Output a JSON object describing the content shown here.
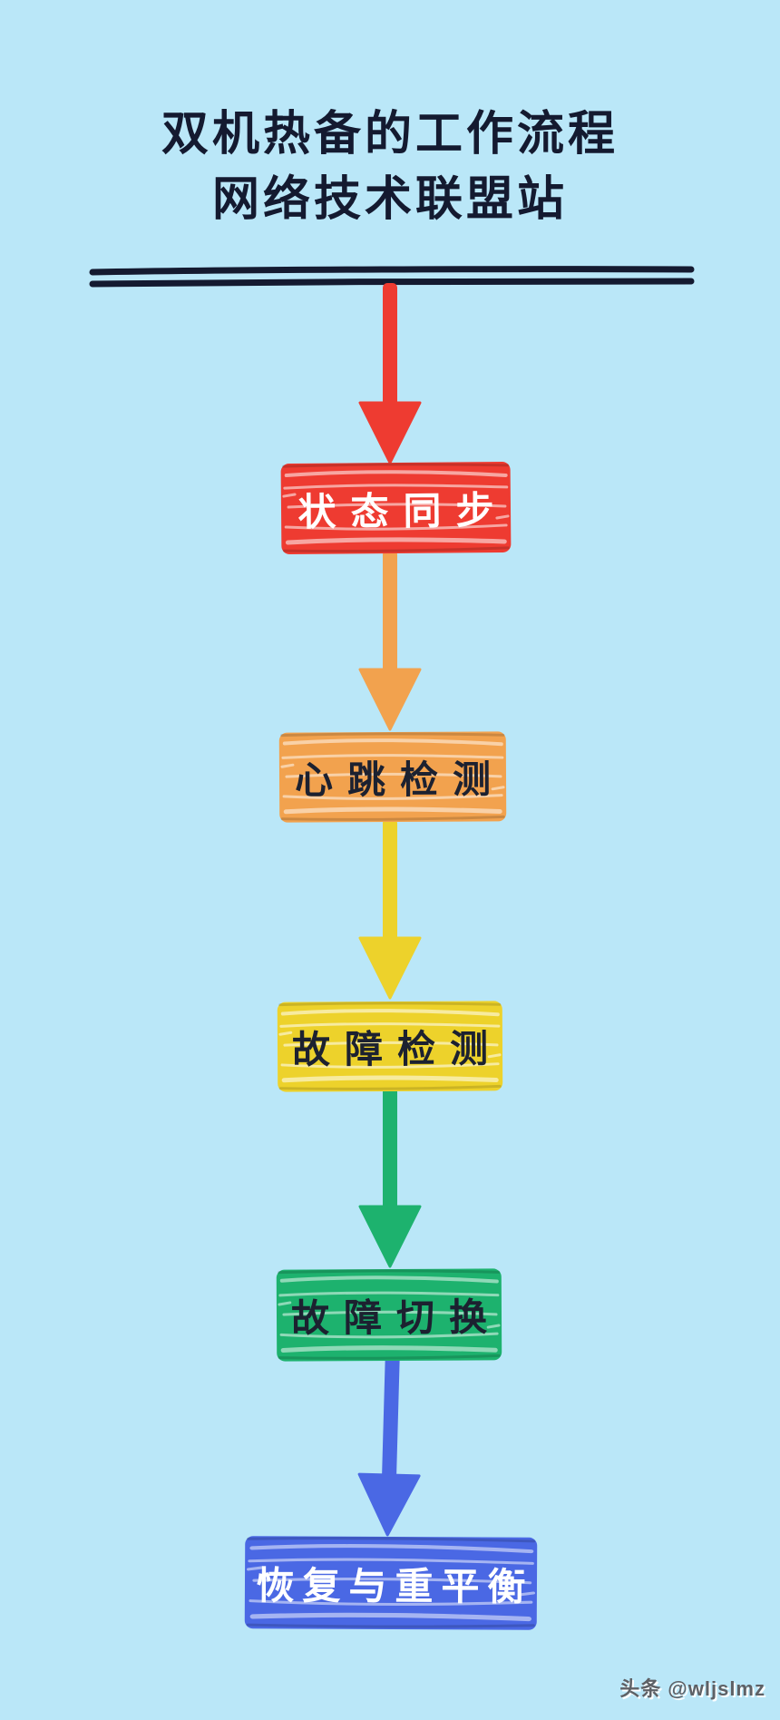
{
  "page": {
    "background_color": "#BAE7F8",
    "ink_color": "#141A30"
  },
  "title": {
    "line1": "双机热备的工作流程",
    "line2": "网络技术联盟站"
  },
  "divider": {
    "color": "#141A30"
  },
  "flow": {
    "steps": [
      {
        "label": "状态同步",
        "color": "#EE3B31",
        "text_color": "#FFFFFF"
      },
      {
        "label": "心跳检测",
        "color": "#F2A24E",
        "text_color": "#1C2130"
      },
      {
        "label": "故障检测",
        "color": "#EDD22B",
        "text_color": "#1C2130"
      },
      {
        "label": "故障切换",
        "color": "#1DB26E",
        "text_color": "#1C2130"
      },
      {
        "label": "恢复与重平衡",
        "color": "#4A68E4",
        "text_color": "#FFFFFF"
      }
    ]
  },
  "watermark": {
    "text": "头条 @wljslmz"
  }
}
